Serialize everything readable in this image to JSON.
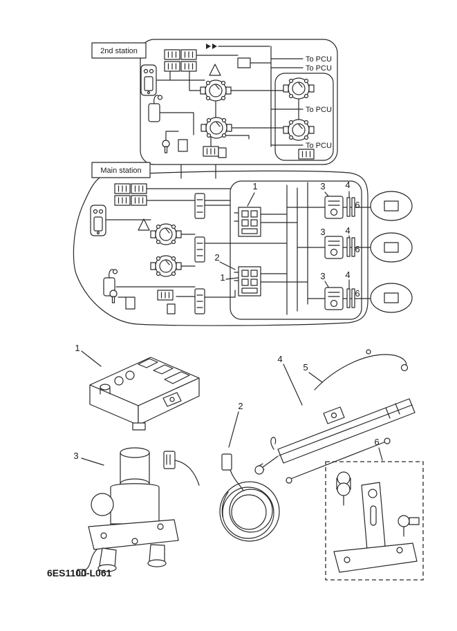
{
  "diagram": {
    "station2_label": "2nd station",
    "main_station_label": "Main station",
    "to_pcu_label": "To PCU",
    "part_code": "6ES1100-L061",
    "ink_color": "#262626"
  },
  "callouts": {
    "c1": "1",
    "c2": "2",
    "c3": "3",
    "c4": "4",
    "c5": "5",
    "c6": "6"
  }
}
